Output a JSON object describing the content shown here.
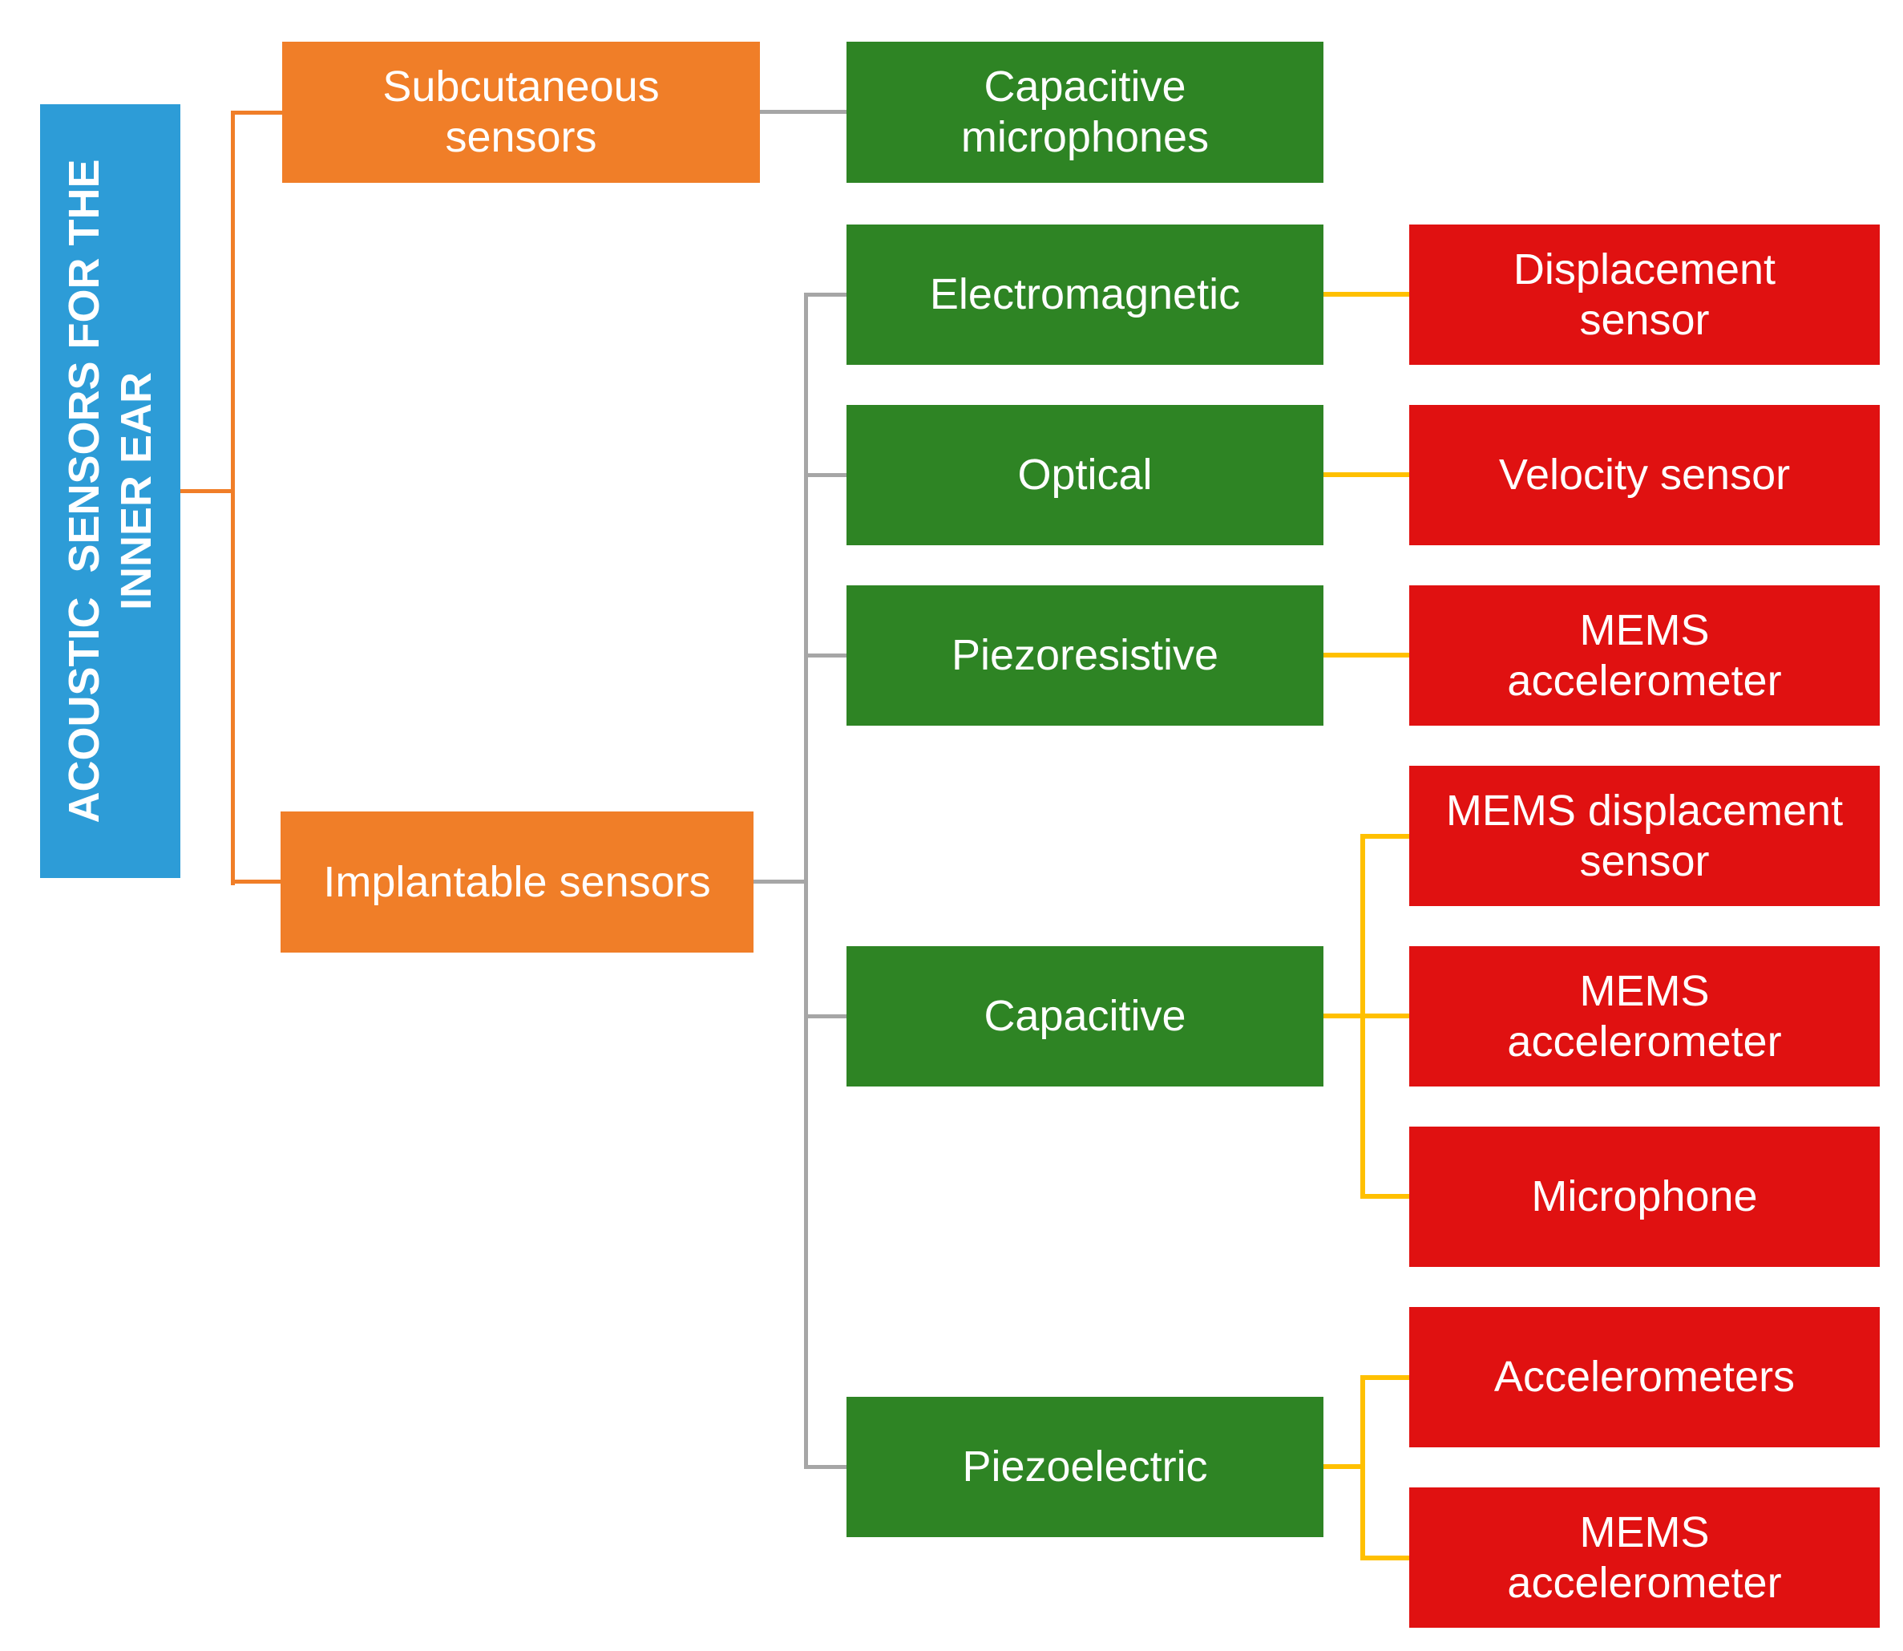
{
  "figure": {
    "type": "hierarchy-diagram",
    "title": "ACOUSTIC  SENSORS FOR THE INNER EAR",
    "root": {
      "label": "ACOUSTIC  SENSORS FOR THE\nINNER EAR"
    },
    "nodes": {
      "subcutaneous": {
        "label": "Subcutaneous\nsensors"
      },
      "implantable": {
        "label": "Implantable sensors"
      },
      "capacitive_microphones": {
        "label": "Capacitive\nmicrophones"
      },
      "electromagnetic": {
        "label": "Electromagnetic"
      },
      "optical": {
        "label": "Optical"
      },
      "piezoresistive": {
        "label": "Piezoresistive"
      },
      "capacitive": {
        "label": "Capacitive"
      },
      "piezoelectric": {
        "label": "Piezoelectric"
      },
      "displacement_sensor": {
        "label": "Displacement\nsensor"
      },
      "velocity_sensor": {
        "label": "Velocity sensor"
      },
      "mems_accelerometer_piezoresistive": {
        "label": "MEMS\naccelerometer"
      },
      "mems_displacement_sensor": {
        "label": "MEMS displacement\nsensor"
      },
      "mems_accelerometer_capacitive": {
        "label": "MEMS\naccelerometer"
      },
      "microphone": {
        "label": "Microphone"
      },
      "accelerometers": {
        "label": "Accelerometers"
      },
      "mems_accelerometer_piezoelectric": {
        "label": "MEMS\naccelerometer"
      }
    },
    "edges": [
      {
        "from": "root",
        "to": "subcutaneous",
        "connector_color": "#F07E28"
      },
      {
        "from": "root",
        "to": "implantable",
        "connector_color": "#F07E28"
      },
      {
        "from": "subcutaneous",
        "to": "capacitive_microphones",
        "connector_color": "#A6A6A6"
      },
      {
        "from": "implantable",
        "to": "electromagnetic",
        "connector_color": "#A6A6A6"
      },
      {
        "from": "implantable",
        "to": "optical",
        "connector_color": "#A6A6A6"
      },
      {
        "from": "implantable",
        "to": "piezoresistive",
        "connector_color": "#A6A6A6"
      },
      {
        "from": "implantable",
        "to": "capacitive",
        "connector_color": "#A6A6A6"
      },
      {
        "from": "implantable",
        "to": "piezoelectric",
        "connector_color": "#A6A6A6"
      },
      {
        "from": "electromagnetic",
        "to": "displacement_sensor",
        "connector_color": "#FFC000"
      },
      {
        "from": "optical",
        "to": "velocity_sensor",
        "connector_color": "#FFC000"
      },
      {
        "from": "piezoresistive",
        "to": "mems_accelerometer_piezoresistive",
        "connector_color": "#FFC000"
      },
      {
        "from": "capacitive",
        "to": "mems_displacement_sensor",
        "connector_color": "#FFC000"
      },
      {
        "from": "capacitive",
        "to": "mems_accelerometer_capacitive",
        "connector_color": "#FFC000"
      },
      {
        "from": "capacitive",
        "to": "microphone",
        "connector_color": "#FFC000"
      },
      {
        "from": "piezoelectric",
        "to": "accelerometers",
        "connector_color": "#FFC000"
      },
      {
        "from": "piezoelectric",
        "to": "mems_accelerometer_piezoelectric",
        "connector_color": "#FFC000"
      }
    ],
    "colors": {
      "root_fill": "#2D9CD7",
      "level1_fill": "#F07E28",
      "level2_fill": "#2E8424",
      "level3_fill": "#E01111",
      "connector_root": "#F07E28",
      "connector_mid": "#A6A6A6",
      "connector_leaf": "#FFC000",
      "label_text": "#FFFFFF",
      "background": "#FFFFFF"
    }
  }
}
